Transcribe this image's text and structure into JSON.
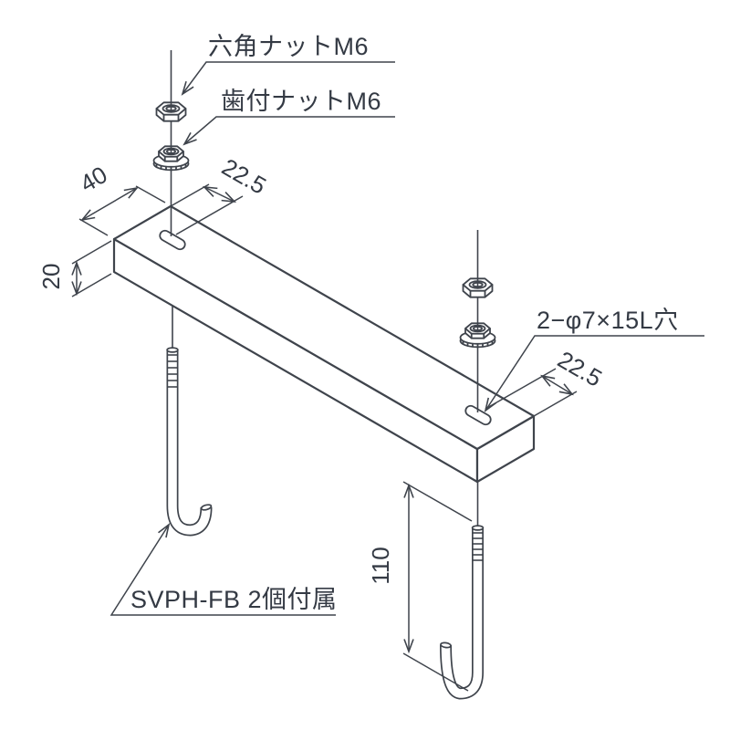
{
  "drawing": {
    "type": "isometric-technical-drawing",
    "colors": {
      "line": "#3f444c",
      "text": "#343a44",
      "background": "#ffffff"
    },
    "labels": {
      "hex_nut": "六角ナットM6",
      "toothed_nut": "歯付ナットM6",
      "hole_spec": "2−φ7×15L穴",
      "included_part": "SVPH-FB 2個付属"
    },
    "dimensions": {
      "bar_width": "40",
      "slot_offset_left": "22.5",
      "bar_thickness": "20",
      "bolt_length": "110",
      "slot_offset_right": "22.5"
    }
  }
}
